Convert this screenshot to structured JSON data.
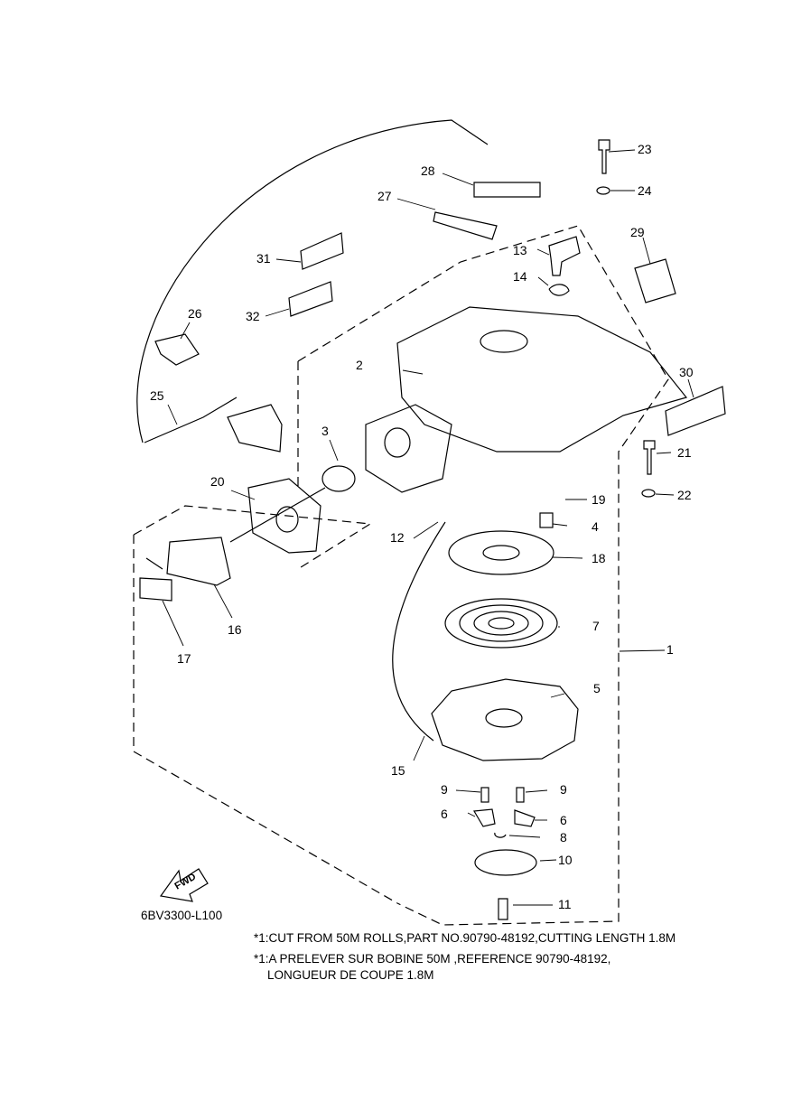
{
  "diagram": {
    "code": "6BV3300-L100",
    "fwd_label": "FWD",
    "notes": [
      "*1:CUT FROM 50M ROLLS,PART NO.90790-48192,CUTTING LENGTH 1.8M",
      "*1:A PRELEVER SUR BOBINE 50M ,REFERENCE 90790-48192,",
      "LONGUEUR DE COUPE 1.8M"
    ],
    "callouts": [
      "1",
      "2",
      "3",
      "4",
      "5",
      "6",
      "6",
      "7",
      "8",
      "9",
      "9",
      "10",
      "11",
      "12",
      "13",
      "14",
      "15",
      "16",
      "17",
      "18",
      "19",
      "20",
      "21",
      "22",
      "23",
      "24",
      "25",
      "26",
      "27",
      "28",
      "29",
      "30",
      "31",
      "32"
    ]
  }
}
